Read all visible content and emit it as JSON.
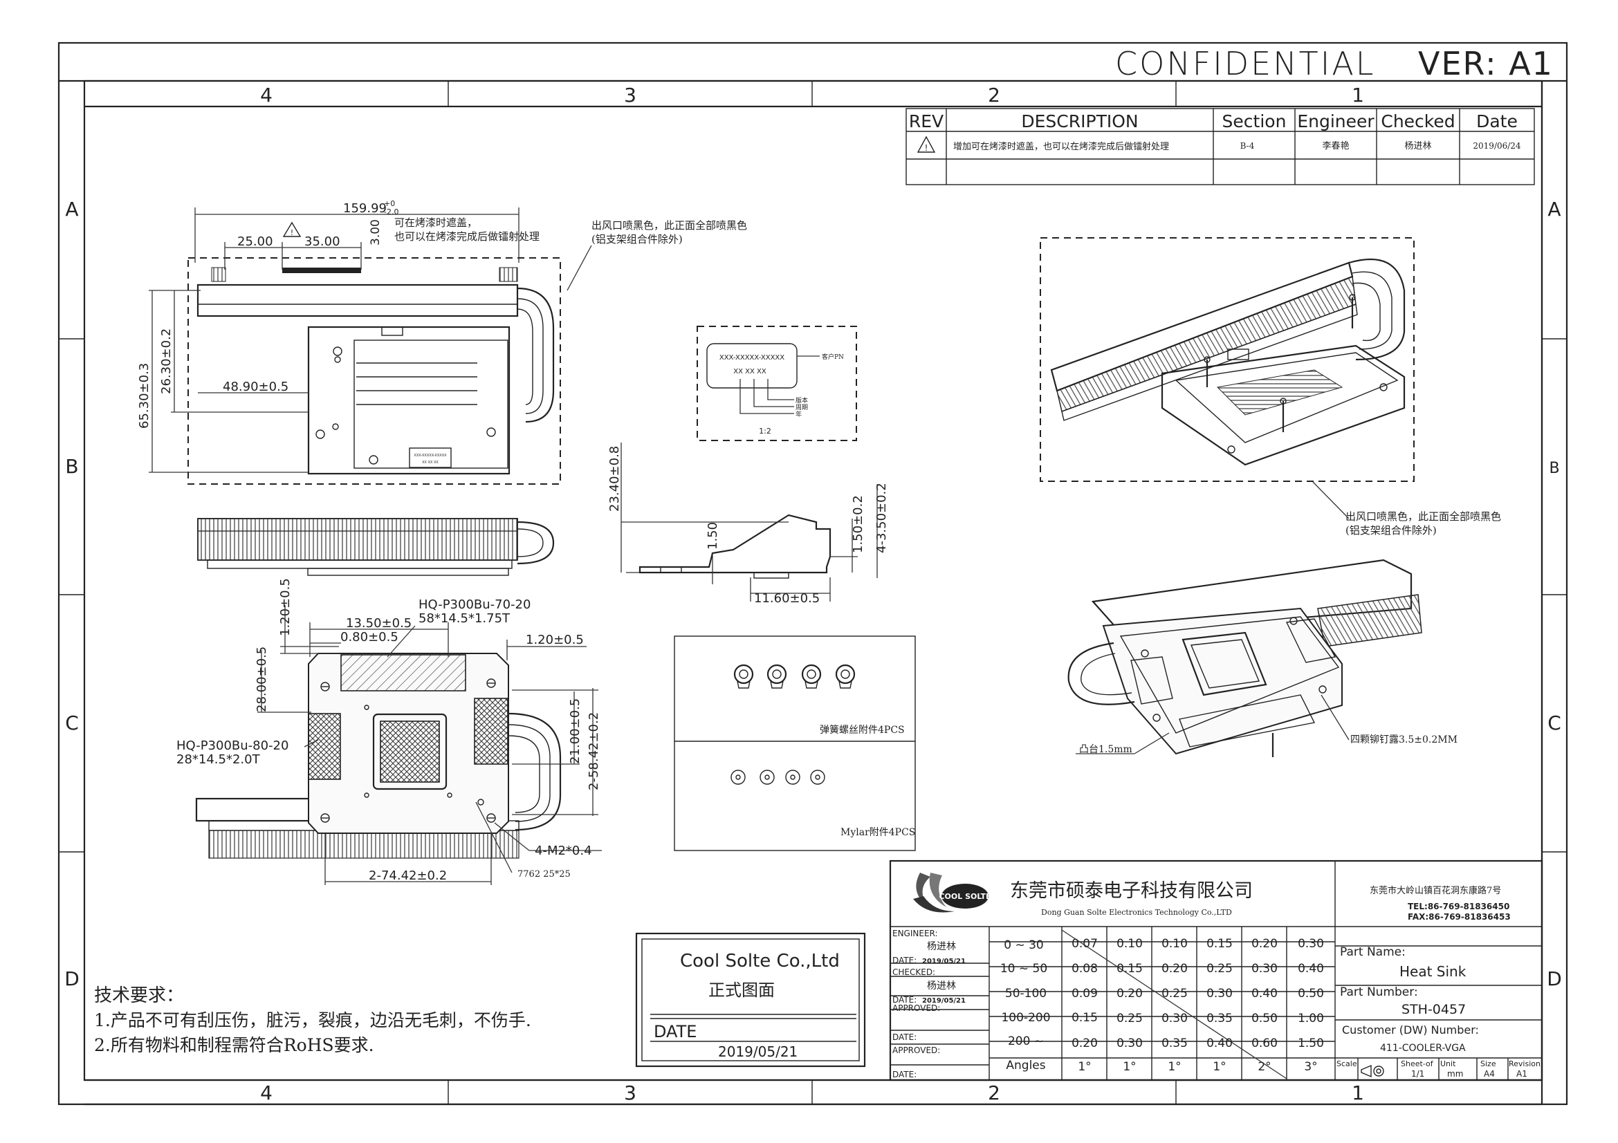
{
  "header": {
    "confidential": "CONFIDENTIAL",
    "version": "VER: A1"
  },
  "grid": {
    "columns": [
      "4",
      "3",
      "2",
      "1"
    ],
    "rows": [
      "A",
      "B",
      "C",
      "D"
    ]
  },
  "revision_table": {
    "headers": [
      "REV",
      "DESCRIPTION",
      "Section",
      "Engineer",
      "Checked",
      "Date"
    ],
    "row": {
      "description": "增加可在烤漆时遮盖，也可以在烤漆完成后做镭射处理",
      "section": "B-4",
      "engineer": "李春艳",
      "checked": "杨进林",
      "date": "2019/06/24"
    }
  },
  "top_view": {
    "overall_dim": "159.99",
    "overall_tol_upper": "+0",
    "overall_tol_lower": "-2.0",
    "dim_25": "25.00",
    "dim_35": "35.00",
    "dim_3": "3.00",
    "note_line1": "可在烤漆时遮盖，",
    "note_line2": "也可以在烤漆完成后做镭射处理",
    "spray_line1": "出风口喷黑色，此正面全部喷黑色",
    "spray_line2": "(铝支架组合件除外)",
    "dim_48": "48.90±0.5",
    "dim_65": "65.30±0.3",
    "dim_26": "26.30±0.2",
    "label_code": "XXX-XXXXX-XXXXX",
    "label_xx": "XX  XX  XX"
  },
  "label_detail": {
    "code": "XXX-XXXXX-XXXXX",
    "xx": "XX   XX   XX",
    "customer_pn": "客户PN",
    "version": "版本",
    "week": "周期",
    "year": "年",
    "scale": "1:2"
  },
  "side_view": {
    "dim_23": "23.40±0.8",
    "dim_150": "1.50",
    "dim_1150": "11.60±0.5",
    "dim_150b": "1.50±0.2",
    "dim_350": "4-3.50±0.2"
  },
  "bottom_view": {
    "dim_120v": "1.20±0.5",
    "pad1_line1": "HQ-P300Bu-70-20",
    "pad1_line2": "58*14.5*1.75T",
    "dim_1350": "13.50±0.5",
    "dim_080": "0.80±0.5",
    "dim_120h": "1.20±0.5",
    "dim_28": "28.00±0.5",
    "pad2_line1": "HQ-P300Bu-80-20",
    "pad2_line2": "28*14.5*2.0T",
    "dim_21": "21.00±0.5",
    "dim_58": "2-58.42±0.2",
    "dim_m2": "4-M2*0.4",
    "dim_74": "2-74.42±0.2",
    "mark_7762": "7762 25*25"
  },
  "accessories": {
    "spring_screws": "弹簧螺丝附件4PCS",
    "mylar": "Mylar附件4PCS"
  },
  "iso_bottom": {
    "boss": "凸台1.5mm",
    "rivets": "四颗铆钉露3.5±0.2MM"
  },
  "requirements": {
    "title": "技术要求：",
    "item1": "1.产品不可有刮压伤，脏污，裂痕，边沿无毛刺，不伤手.",
    "item2": "2.所有物料和制程需符合RoHS要求."
  },
  "stamp": {
    "company": "Cool Solte  Co.,Ltd",
    "official": "正式图面",
    "date_label": "DATE",
    "date": "2019/05/21"
  },
  "title_block": {
    "logo_text": "COOL SOLTE",
    "company_cn": "东莞市硕泰电子科技有限公司",
    "company_en": "Dong Guan Solte Electronics Technology Co.,LTD",
    "address": "东莞市大岭山镇百花洞东康路7号",
    "tel": "TEL:86-769-81836450",
    "fax": "FAX:86-769-81836453",
    "engineer_label": "ENGINEER:",
    "engineer_name": "杨进林",
    "date_label": "DATE:",
    "date1": "2019/05/21",
    "checked_label": "CHECKED:",
    "checked_name": "杨进林",
    "date2": "2019/05/21",
    "approved_label": "APPROVED:",
    "approved2_label": "APPROVED:",
    "part_name_label": "Part Name:",
    "part_name": "Heat Sink",
    "part_number_label": "Part Number:",
    "part_number": "STH-0457",
    "customer_label": "Customer (DW) Number:",
    "customer_number": "411-COOLER-VGA",
    "scale_label": "Scale",
    "sheet_label": "Sheet-of",
    "sheet": "1/1",
    "unit_label": "Unit",
    "unit": "mm",
    "size_label": "Size",
    "size": "A4",
    "revision_label": "Revision",
    "revision": "A1"
  },
  "tolerance_table": {
    "rows": [
      {
        "range": "0 ~ 30",
        "values": [
          "0.07",
          "0.10",
          "0.10",
          "0.15",
          "0.20",
          "0.30"
        ]
      },
      {
        "range": "10 ~ 50",
        "values": [
          "0.08",
          "0.15",
          "0.20",
          "0.25",
          "0.30",
          "0.40"
        ]
      },
      {
        "range": "50-100",
        "values": [
          "0.09",
          "0.20",
          "0.25",
          "0.30",
          "0.40",
          "0.50"
        ]
      },
      {
        "range": "100-200",
        "values": [
          "0.15",
          "0.25",
          "0.30",
          "0.35",
          "0.50",
          "1.00"
        ]
      },
      {
        "range": "200 ~",
        "values": [
          "0.20",
          "0.30",
          "0.35",
          "0.40",
          "0.60",
          "1.50"
        ]
      },
      {
        "range": "Angles",
        "values": [
          "1°",
          "1°",
          "1°",
          "1°",
          "2°",
          "3°"
        ]
      }
    ]
  }
}
